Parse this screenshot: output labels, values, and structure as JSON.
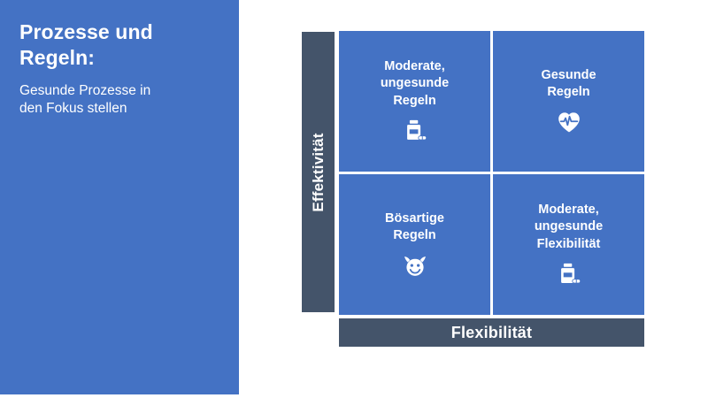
{
  "sidebar": {
    "title": "Prozesse und\nRegeln:",
    "subtitle": "Gesunde Prozesse in\nden Fokus stellen"
  },
  "matrix": {
    "y_axis_label": "Effektivität",
    "x_axis_label": "Flexibilität",
    "quadrants": [
      {
        "label": "Moderate,\nungesunde\nRegeln",
        "icon": "pill-bottle-icon",
        "position": "top-left"
      },
      {
        "label": "Gesunde\nRegeln",
        "icon": "heart-pulse-icon",
        "position": "top-right"
      },
      {
        "label": "Bösartige\nRegeln",
        "icon": "devil-face-icon",
        "position": "bottom-left"
      },
      {
        "label": "Moderate,\nungesunde\nFlexibilität",
        "icon": "pill-bottle-icon",
        "position": "bottom-right"
      }
    ]
  },
  "colors": {
    "accent_blue": "#4472C4",
    "axis_dark": "#44546A",
    "text_on_color": "#FFFFFF",
    "background": "#FFFFFF"
  }
}
